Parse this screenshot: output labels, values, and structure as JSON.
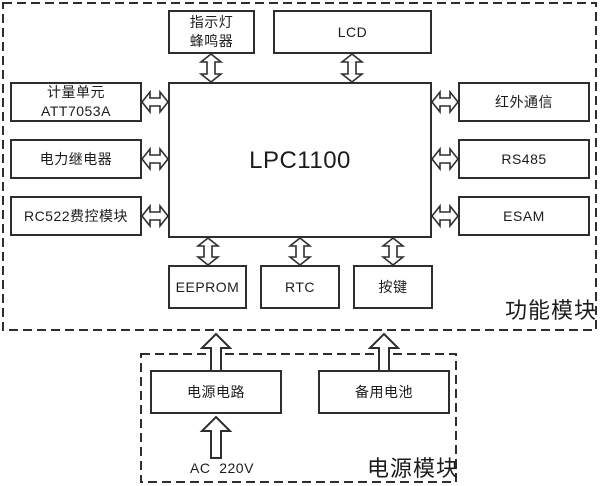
{
  "function_module": {
    "label": "功能模块",
    "cpu": {
      "label": "LPC1100"
    },
    "indicator_buzzer": {
      "line1": "指示灯",
      "line2": "蜂鸣器"
    },
    "lcd": {
      "label": "LCD"
    },
    "metering": {
      "line1": "计量单元",
      "line2": "ATT7053A"
    },
    "relay": {
      "label": "电力继电器"
    },
    "rc522": {
      "label": "RC522费控模块"
    },
    "infrared": {
      "label": "红外通信"
    },
    "rs485": {
      "label": "RS485"
    },
    "esam": {
      "label": "ESAM"
    },
    "eeprom": {
      "label": "EEPROM"
    },
    "rtc": {
      "label": "RTC"
    },
    "keys": {
      "label": "按键"
    }
  },
  "power_module": {
    "label": "电源模块",
    "power_circuit": {
      "label": "电源电路"
    },
    "backup_battery": {
      "label": "备用电池"
    },
    "ac_input": {
      "label": "AC  220V"
    }
  },
  "colors": {
    "line": "#2e2e2e",
    "background": "#ffffff"
  }
}
